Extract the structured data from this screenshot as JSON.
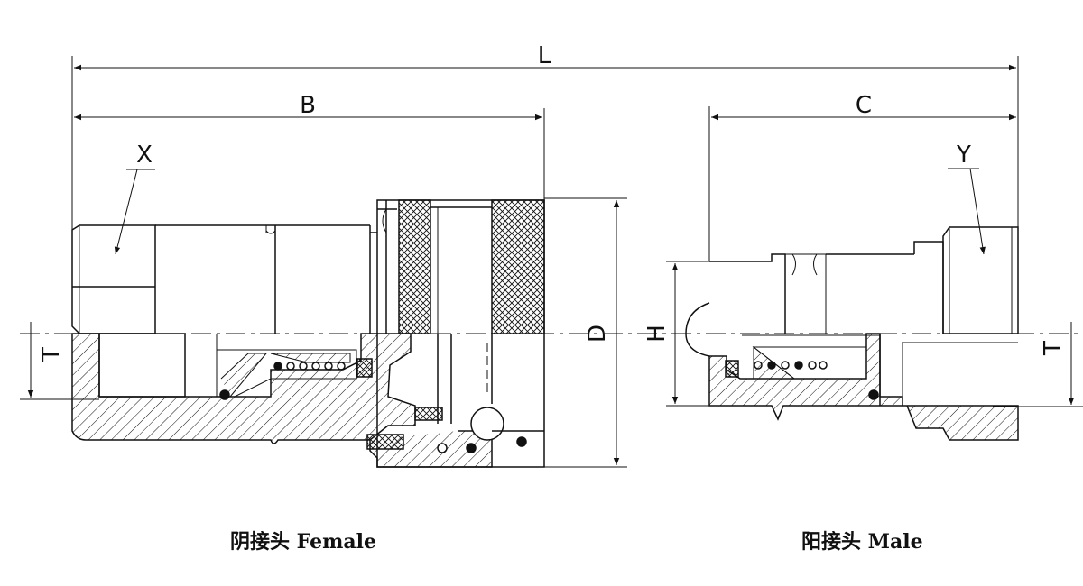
{
  "dimensions": {
    "L": "L",
    "B": "B",
    "C": "C",
    "D": "D",
    "H": "H",
    "T_left": "T",
    "T_right": "T"
  },
  "callouts": {
    "X": "X",
    "Y": "Y"
  },
  "captions": {
    "female": "阴接头 Female",
    "male": "阳接头 Male"
  },
  "colors": {
    "line": "#111111",
    "background": "#ffffff"
  }
}
